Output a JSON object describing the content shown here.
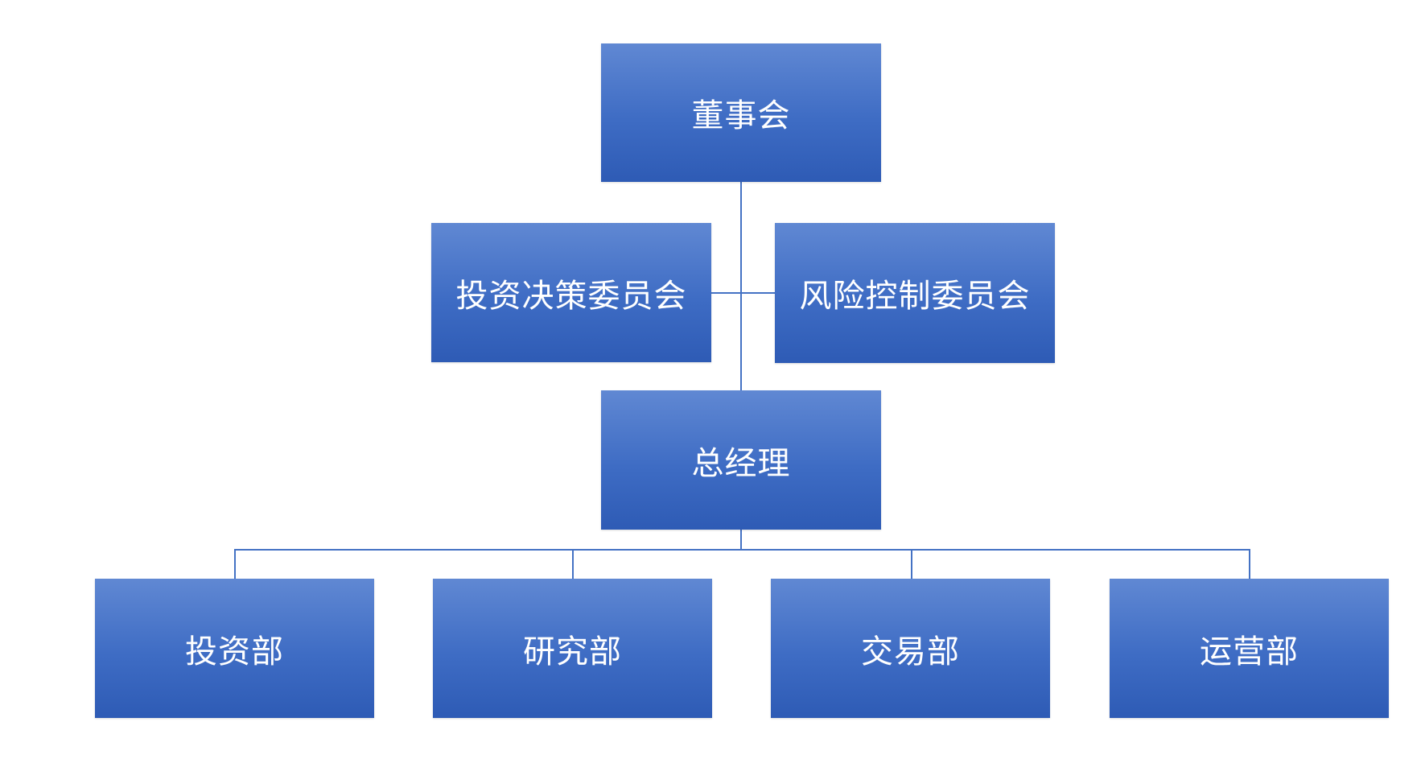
{
  "org_chart": {
    "board": "董事会",
    "committees": [
      "投资决策委员会",
      "风险控制委员会"
    ],
    "general_manager": "总经理",
    "departments": [
      "投资部",
      "研究部",
      "交易部",
      "运营部"
    ]
  },
  "colors": {
    "node_top": "#6088d3",
    "node_bottom": "#2e5bb5",
    "connector": "#4472c4",
    "text": "#ffffff"
  }
}
